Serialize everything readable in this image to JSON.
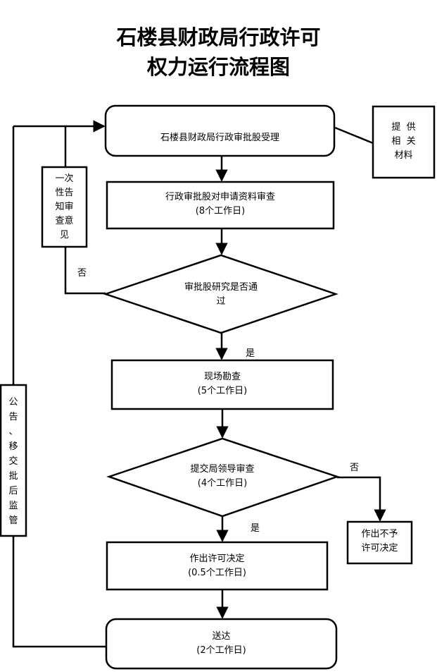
{
  "title": {
    "line1": "石楼县财政局行政许可",
    "line2": "权力运行流程图"
  },
  "nodes": {
    "accept": "石楼县财政局行政审批股受理",
    "review": {
      "line1": "行政审批股对申请资料审查",
      "line2": "(8个工作日)"
    },
    "decision1": {
      "line1": "审批股研究是否通",
      "line2": "过"
    },
    "survey": {
      "line1": "现场勘查",
      "line2": "(5个工作日)"
    },
    "decision2": {
      "line1": "提交局领导审查",
      "line2": "(4个工作日)"
    },
    "permit": {
      "line1": "作出许可决定",
      "line2": "(0.5个工作日)"
    },
    "deliver": {
      "line1": "送达",
      "line2": "(2个工作日)"
    },
    "deny": {
      "line1": "作出不予",
      "line2": "许可决定"
    }
  },
  "side_notes": {
    "materials": {
      "line1": "提  供",
      "line2": "相  关",
      "line3": "材料"
    },
    "notify": {
      "line1": "一次",
      "line2": "性告",
      "line3": "知审",
      "line4": "查意",
      "line5": "见"
    },
    "publish": "公\n告\n、\n移\n交\n批\n后\n监\n管"
  },
  "edge_labels": {
    "no1": "否",
    "yes1": "是",
    "no2": "否",
    "yes2": "是"
  }
}
